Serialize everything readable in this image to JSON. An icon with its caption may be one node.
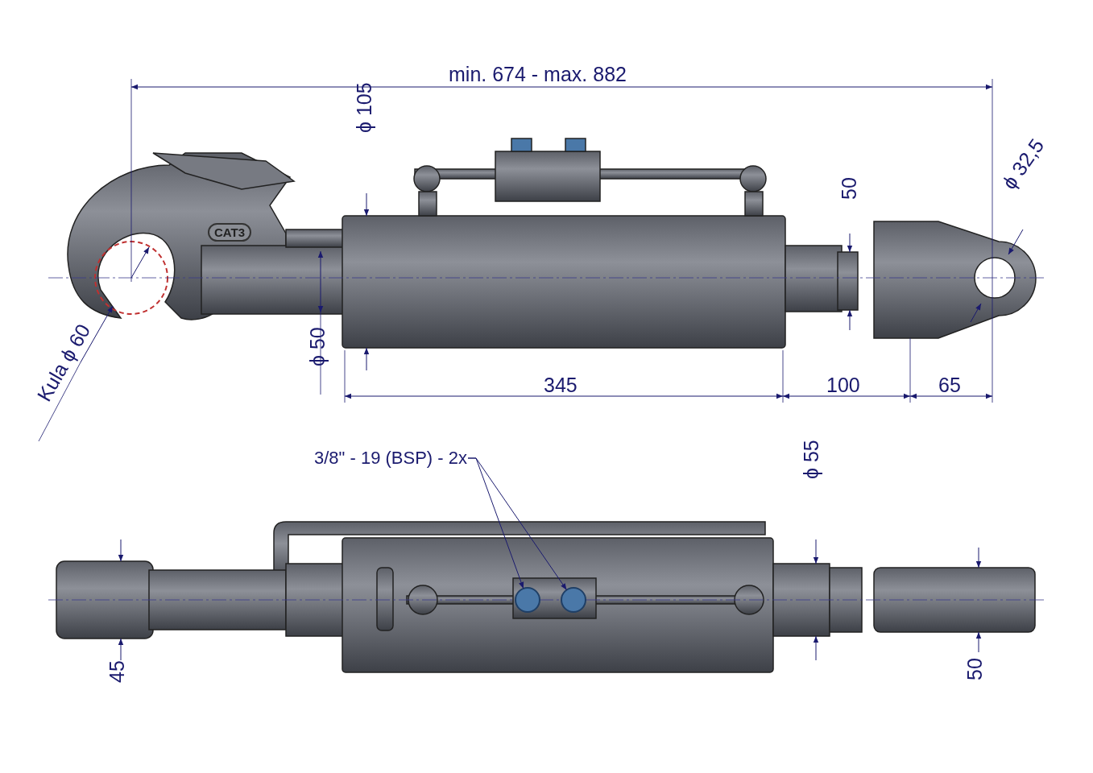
{
  "diagram": {
    "nodes": [
      {
        "text": [
          "3/8\" - 19 (BSP) - 2x"
        ]
      },
      {
        "text": [],
        "shape": "circle"
      },
      {
        "text": [],
        "shape": "circle"
      }
    ],
    "edges": [
      {
        "from": 0,
        "to": 1,
        "arrow": "to"
      },
      {
        "from": 0,
        "to": 2,
        "arrow": "to"
      }
    ],
    "labels": [
      "min.  674  -  max. 882",
      "ϕ 105",
      "CAT3",
      "50",
      "ϕ 32,5",
      "Kula ϕ 60",
      "ϕ 50",
      "345",
      "100",
      "65",
      "ϕ 55",
      "45",
      "50"
    ]
  }
}
